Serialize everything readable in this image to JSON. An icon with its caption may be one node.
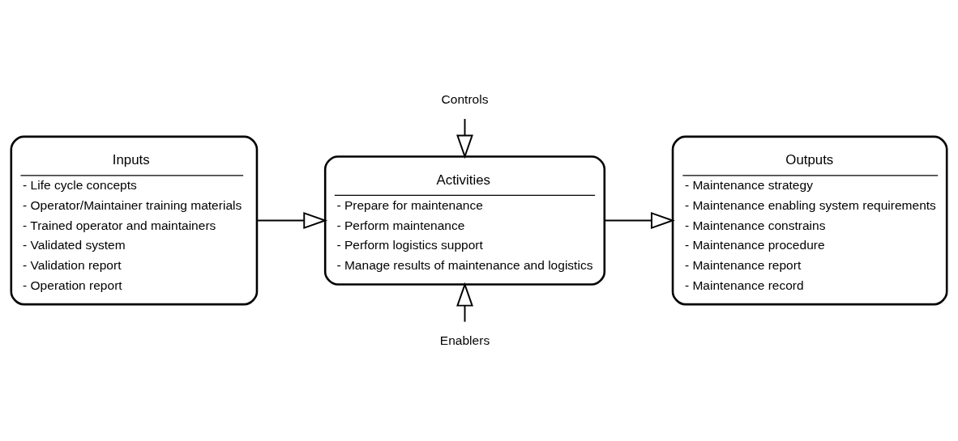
{
  "diagram": {
    "nodes": [
      {
        "text": [
          "Inputs",
          "- Life cycle concepts",
          "- Operator/Maintainer training materials",
          "- Trained operator and maintainers",
          "- Validated system",
          "- Validation report",
          "- Operation report"
        ]
      },
      {
        "text": [
          "Controls"
        ]
      },
      {
        "text": [
          "Activities",
          "- Prepare for maintenance",
          "- Perform maintenance",
          "- Perform logistics support",
          "- Manage results of maintenance and logistics"
        ]
      },
      {
        "text": [
          "Enablers"
        ]
      },
      {
        "text": [
          "Outputs",
          "- Maintenance strategy",
          "- Maintenance enabling system requirements",
          "- Maintenance constrains",
          "- Maintenance procedure",
          "- Maintenance report",
          "- Maintenance record"
        ]
      }
    ],
    "edges": [
      {
        "from": 0,
        "to": 2,
        "arrow": "to"
      },
      {
        "from": 1,
        "to": 2,
        "arrow": "to"
      },
      {
        "from": 3,
        "to": 2,
        "arrow": "to"
      },
      {
        "from": 2,
        "to": 4,
        "arrow": "to"
      }
    ]
  }
}
